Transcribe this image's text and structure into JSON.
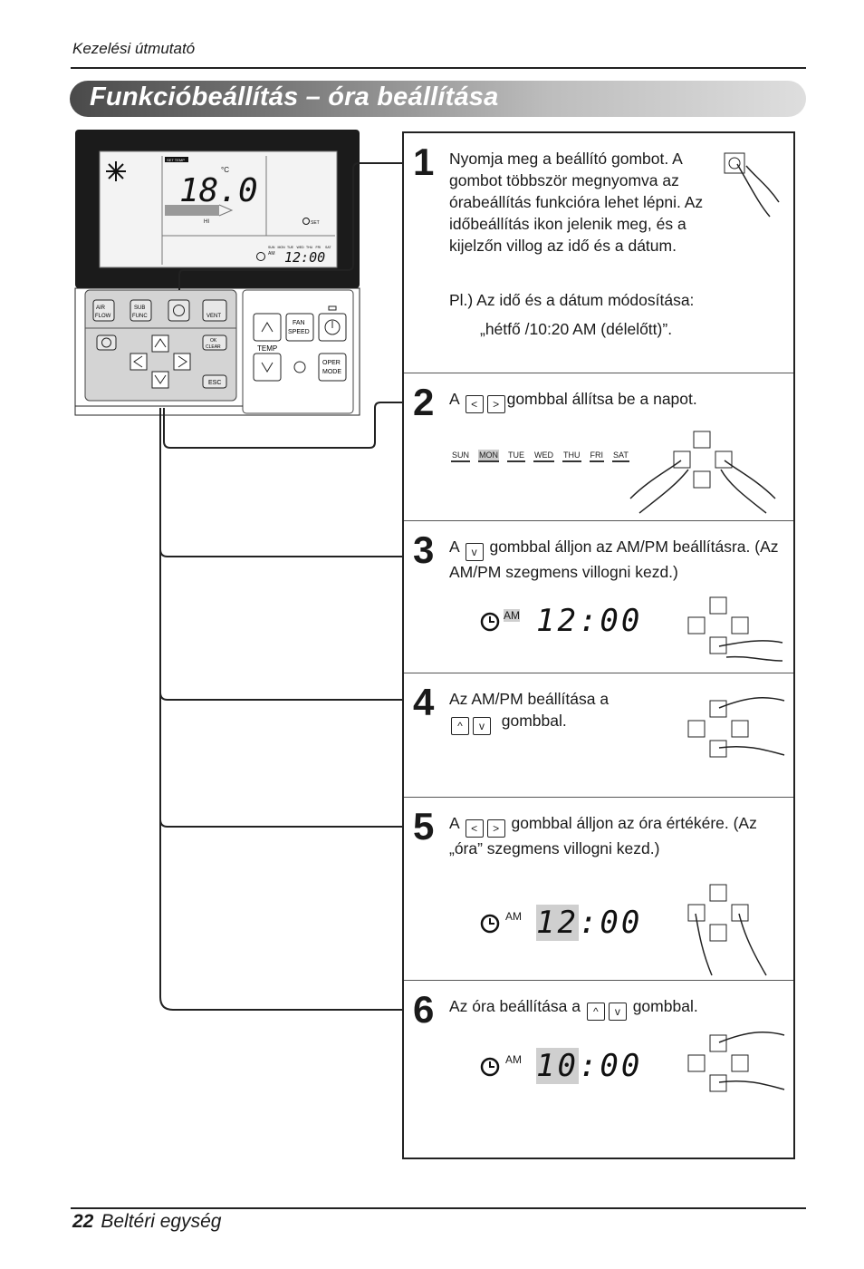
{
  "header": {
    "running_title": "Kezelési útmutató"
  },
  "title": "Funkcióbeállítás – óra beállítása",
  "footer": {
    "page_number": "22",
    "section": "Beltéri egység"
  },
  "controller": {
    "display": {
      "set_temp_label": "SET TEMP",
      "temperature": "18.0",
      "unit": "°C",
      "fan_level": "HI",
      "set_label": "SET",
      "clock_period": "AM",
      "clock_time": "12:00",
      "days": [
        "SUN",
        "MON",
        "TUE",
        "WED",
        "THU",
        "FRI",
        "SAT"
      ]
    },
    "left_buttons": {
      "air_flow": "AIR FLOW",
      "sub_func": "SUB FUNC",
      "vent": "VENT",
      "ok_clear": "OK CLEAR",
      "esc": "ESC"
    },
    "right_buttons": {
      "fan_speed": "FAN SPEED",
      "temp": "TEMP",
      "oper_mode": "OPER MODE"
    }
  },
  "steps": [
    {
      "number": "1",
      "text": "Nyomja meg a beállító gombot. A gombot többször megnyomva az órabeállítás funkcióra lehet lépni. Az időbeállítás ikon jelenik meg, és a kijelzőn villog az idő és a dátum.",
      "example": "Pl.) Az idő és a dátum módosítása:",
      "example_value": "„hétfő /10:20 AM (délelőtt)”."
    },
    {
      "number": "2",
      "prefix": "A",
      "suffix": "gombbal állítsa be a napot.",
      "days": [
        "SUN",
        "MON",
        "TUE",
        "WED",
        "THU",
        "FRI",
        "SAT"
      ],
      "selected_day": "MON"
    },
    {
      "number": "3",
      "prefix": "A",
      "suffix": "gombbal álljon az AM/PM beállításra. (Az AM/PM szegmens villogni kezd.)",
      "period": "AM",
      "time": "12:00"
    },
    {
      "number": "4",
      "line1": "Az AM/PM beállítása a",
      "suffix": "gombbal."
    },
    {
      "number": "5",
      "prefix": "A",
      "suffix": "gombbal álljon az óra értékére. (Az „óra” szegmens villogni kezd.)",
      "period": "AM",
      "time": "12:00"
    },
    {
      "number": "6",
      "prefix": "Az óra beállítása a",
      "suffix": "gombbal.",
      "period": "AM",
      "time": "10:00"
    }
  ]
}
